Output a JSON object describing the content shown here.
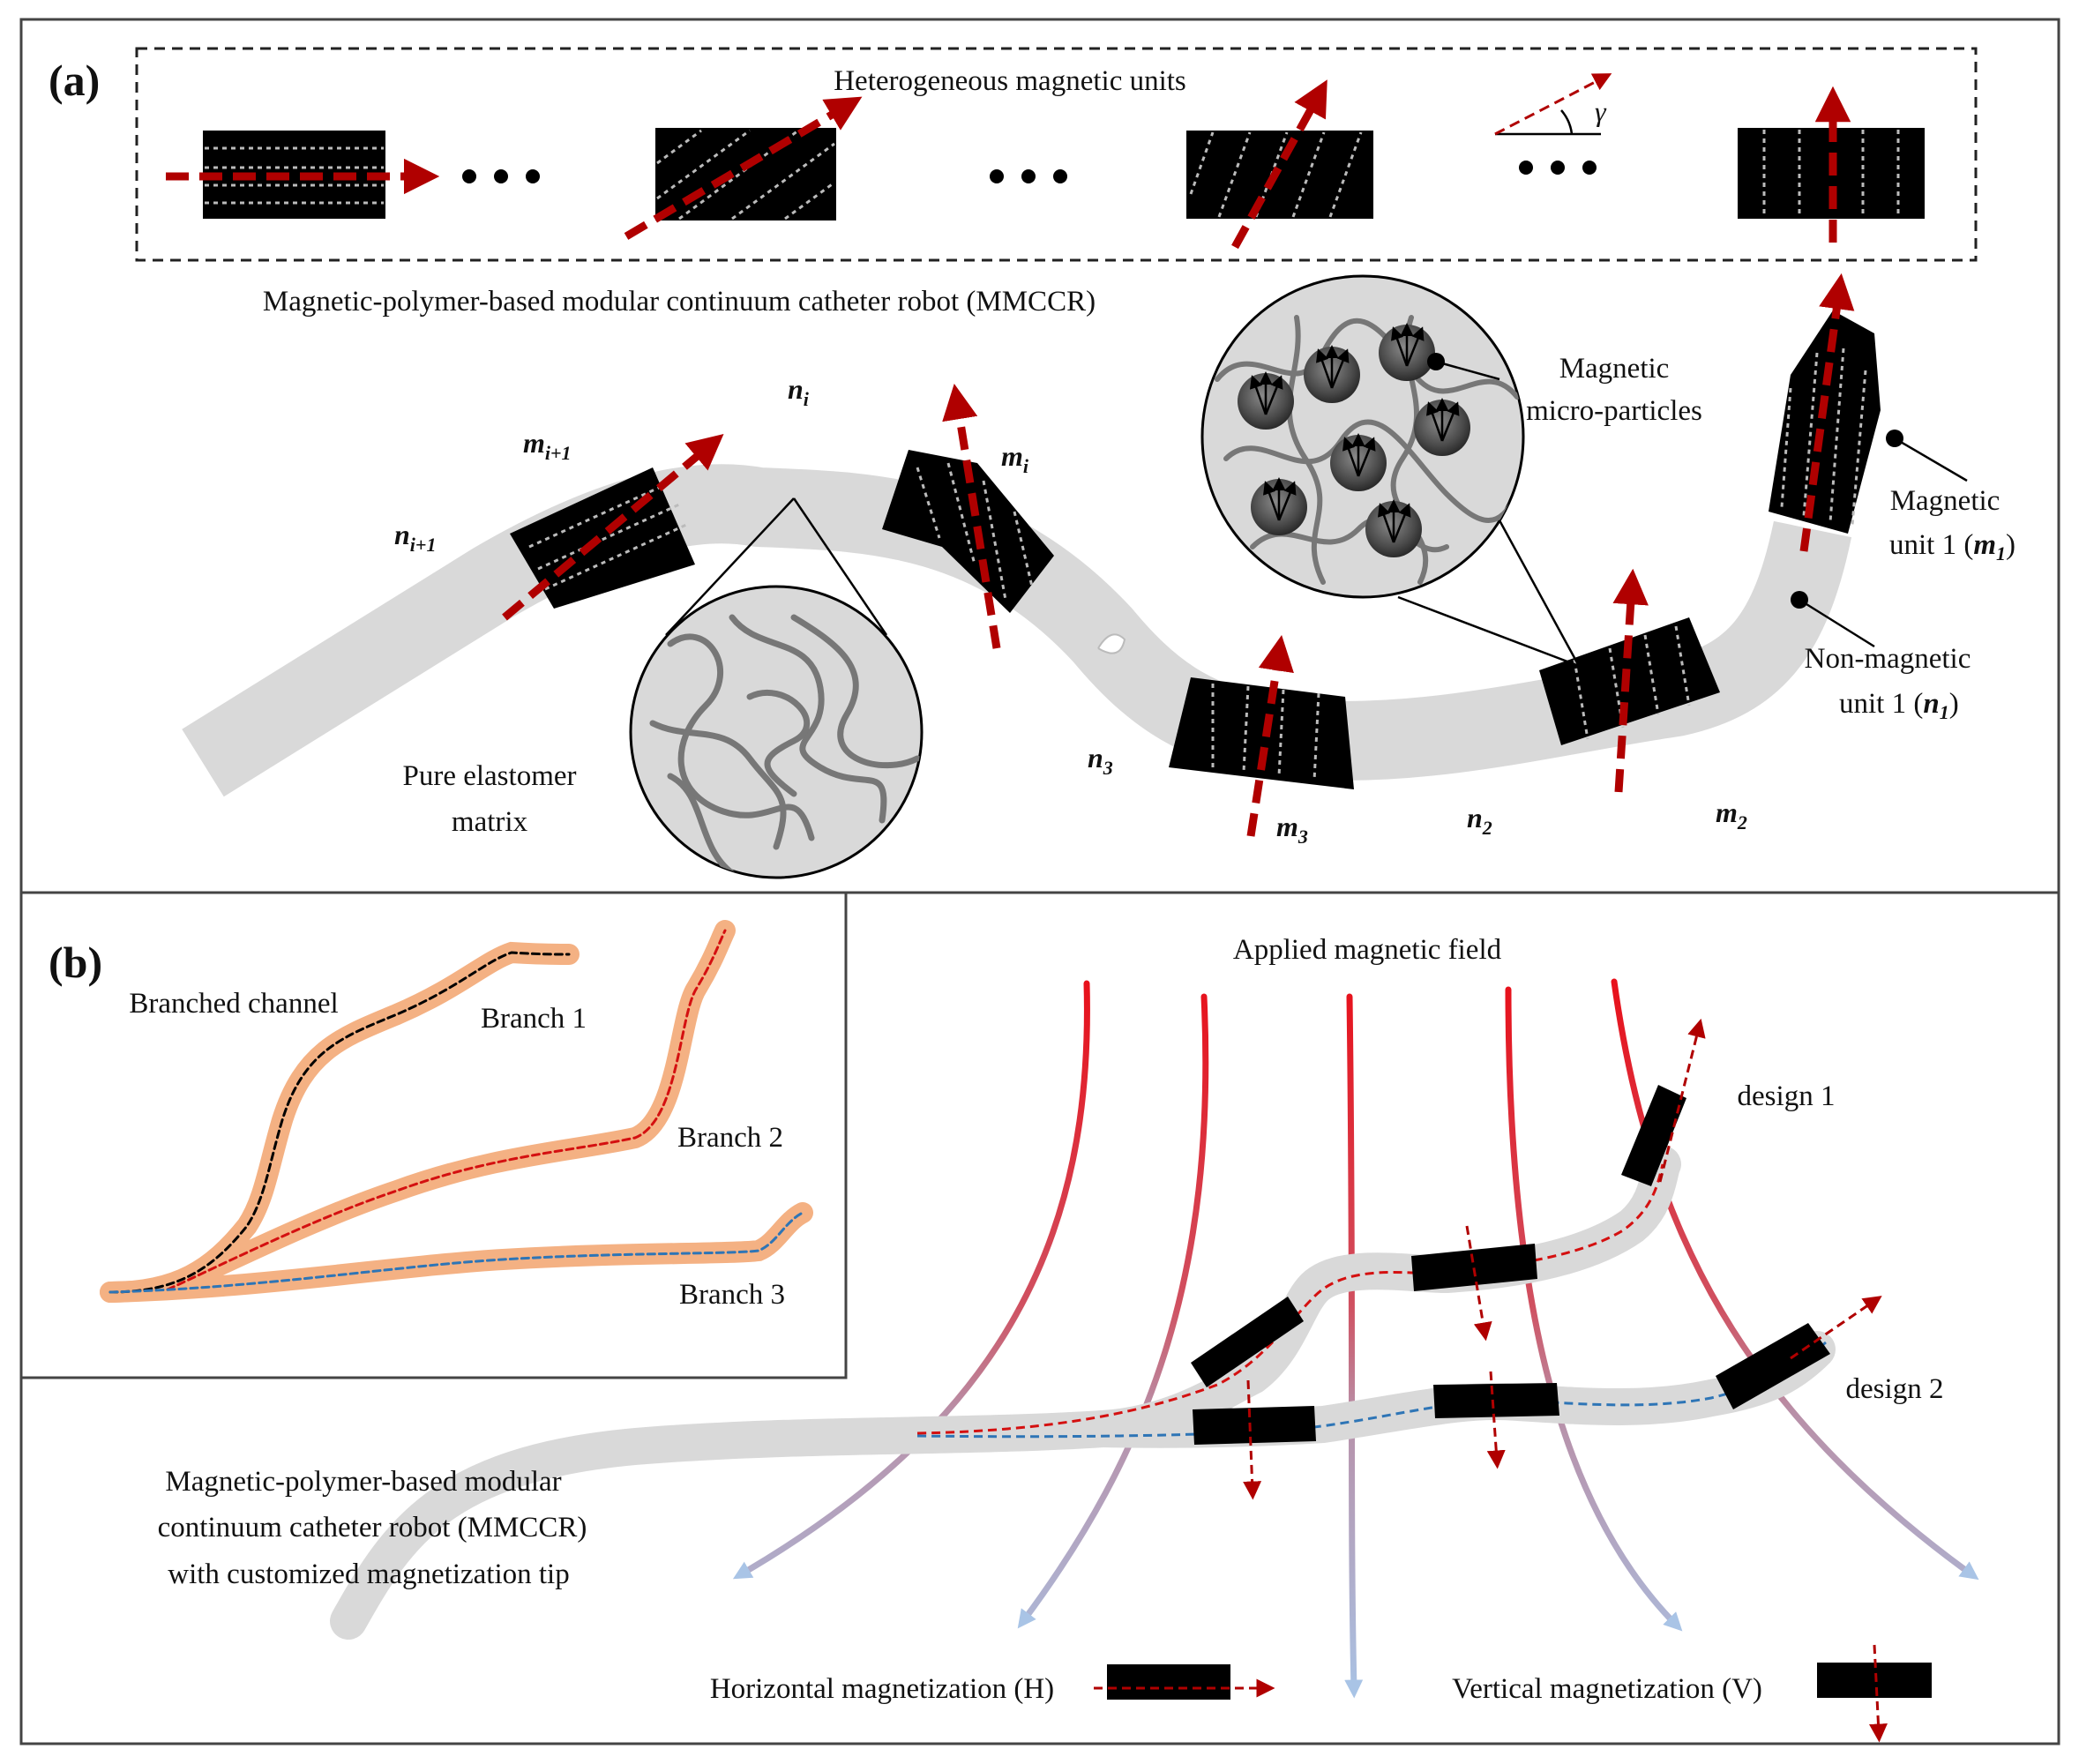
{
  "panel_a": {
    "label": "(a)",
    "units_title": "Heterogeneous magnetic units",
    "gamma": "γ",
    "robot_title": "Magnetic-polymer-based  modular continuum catheter robot (MMCCR)",
    "micro_particles": [
      "Magnetic",
      "micro-particles"
    ],
    "elastomer": [
      "Pure elastomer",
      "matrix"
    ],
    "magnetic_unit": [
      "Magnetic",
      "unit 1 ("
    ],
    "nonmagnetic_unit": [
      "Non-magnetic",
      "unit 1 ("
    ],
    "symbols": {
      "n": "n",
      "m": "m",
      "i": "i",
      "i1": "i+1",
      "one": "1",
      "two": "2",
      "three": "3",
      "close": ")"
    }
  },
  "panel_b": {
    "label": "(b)",
    "branched_channel": "Branched channel",
    "branch1": "Branch 1",
    "branch2": "Branch 2",
    "branch3": "Branch 3",
    "field": "Applied magnetic field",
    "design1": "design 1",
    "design2": "design 2",
    "robot_desc": [
      "Magnetic-polymer-based  modular",
      "continuum catheter robot (MMCCR)",
      "with customized magnetization tip"
    ],
    "horizontal": "Horizontal magnetization (H)",
    "vertical": "Vertical magnetization (V)"
  },
  "colors": {
    "magnet": "#000000",
    "elastomer": "#d9d9d9",
    "arrow": "#b00000",
    "channel": "#f4b183",
    "field_top": "#e8101a",
    "field_bottom": "#a9c4e6",
    "path_red": "#d41010",
    "path_blue": "#2e75b6",
    "path_black": "#000000"
  }
}
